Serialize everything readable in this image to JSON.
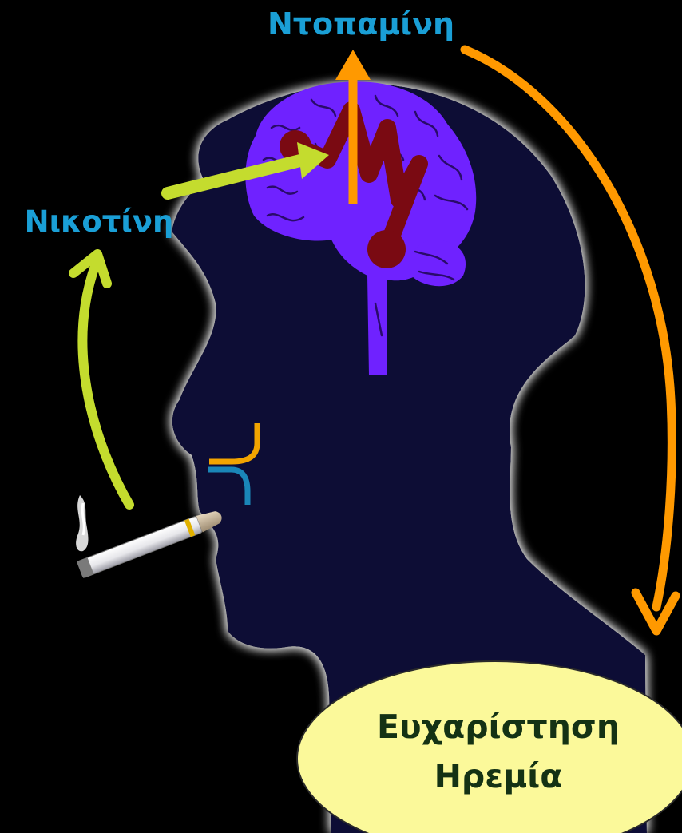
{
  "labels": {
    "dopamine": "Ντοπαμίνη",
    "nicotine": "Νικοτίνη",
    "outcome_line1": "Ευχαρίστηση",
    "outcome_line2": "Ηρεμία"
  },
  "colors": {
    "background": "#000000",
    "head": "#0e0a36",
    "head_glow": "#ffffff",
    "brain": "#6f22ff",
    "pathway": "#7a0a12",
    "dopamine_arrow": "#ff9900",
    "nicotine_arrow": "#c4dc2e",
    "label_blue": "#1a9fd6",
    "outcome_fill": "#fbf99a",
    "outcome_text": "#143214",
    "receptor_orange": "#f2a400",
    "receptor_blue": "#1a86b8"
  },
  "icons": {
    "cigarette": "cigarette-icon",
    "smoke": "smoke-icon",
    "brain": "brain-icon",
    "receptor": "receptor-icon"
  }
}
